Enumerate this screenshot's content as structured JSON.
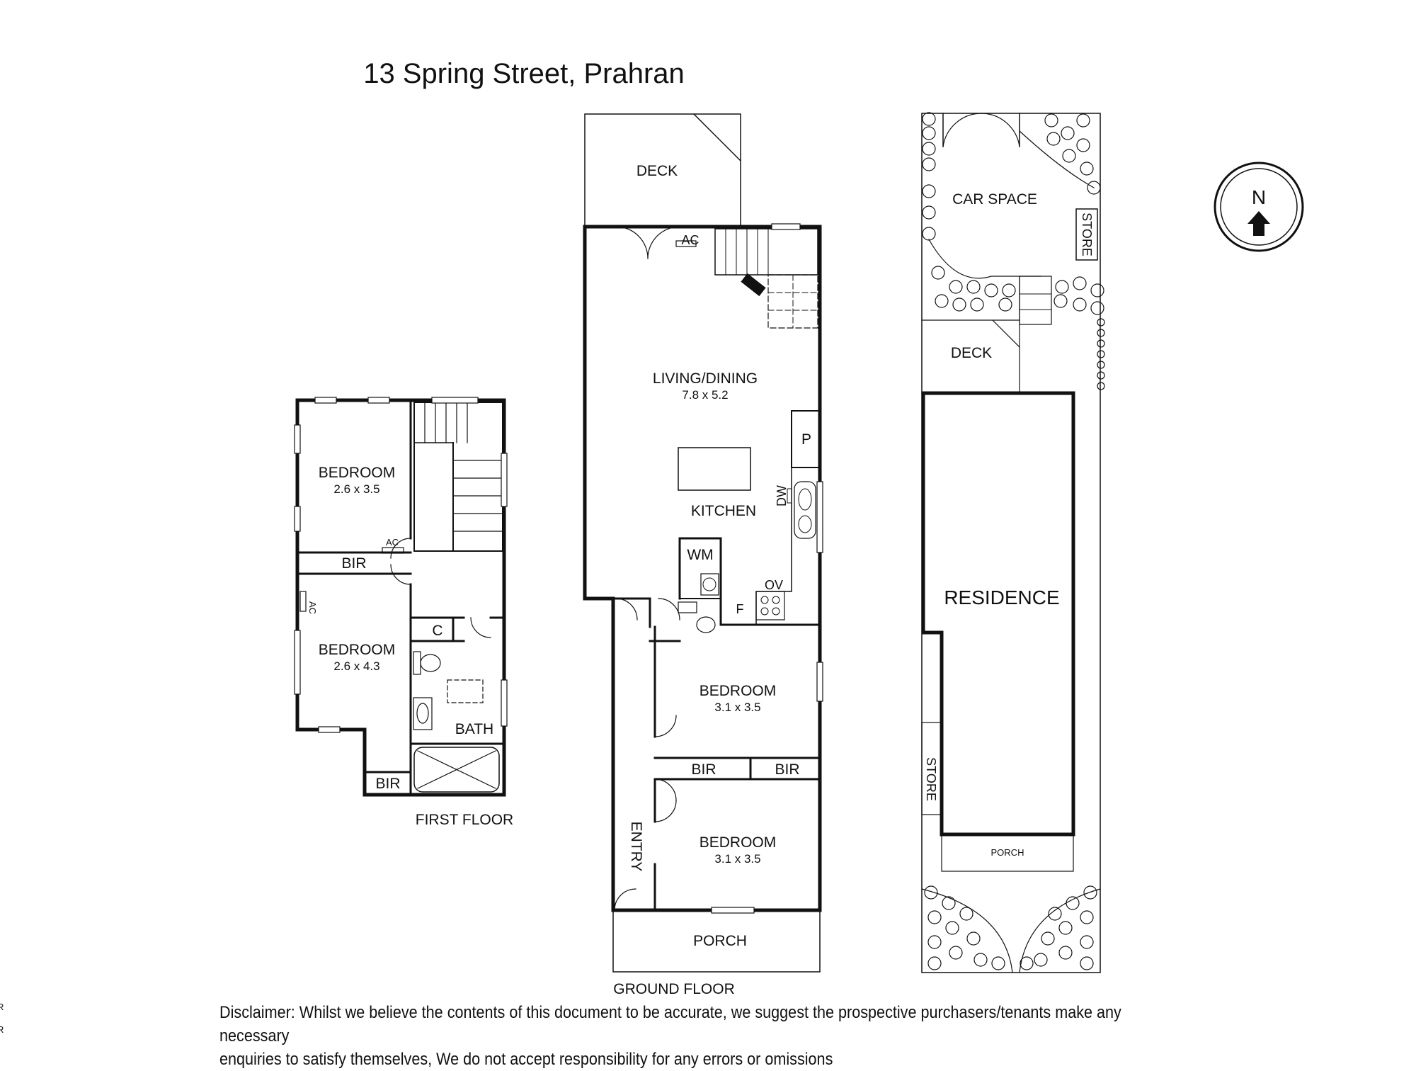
{
  "title": "13 Spring Street, Prahran",
  "floor_labels": {
    "first": "FIRST FLOOR",
    "ground": "GROUND FLOOR"
  },
  "first_floor": {
    "bedroom_a": {
      "label": "BEDROOM",
      "dims": "2.6 x 3.5"
    },
    "bedroom_b": {
      "label": "BEDROOM",
      "dims": "2.6 x 4.3"
    },
    "bir_a": "BIR",
    "bir_b": "BIR",
    "ac_a": "AC",
    "ac_b": "AC",
    "cupboard": "C",
    "bath": "BATH"
  },
  "ground_floor": {
    "deck": "DECK",
    "ac": "AC",
    "living": {
      "label": "LIVING/DINING",
      "dims": "7.8 x 5.2"
    },
    "kitchen": "KITCHEN",
    "pantry": "P",
    "dishwasher": "DW",
    "laundry": "WM",
    "oven": "OV",
    "fridge": "F",
    "bedroom_a": {
      "label": "BEDROOM",
      "dims": "3.1 x 3.5"
    },
    "bir_a": "BIR",
    "bir_b": "BIR",
    "bedroom_b": {
      "label": "BEDROOM",
      "dims": "3.1 x 3.5"
    },
    "entry": "ENTRY",
    "porch": "PORCH"
  },
  "site_plan": {
    "car_space": "CAR SPACE",
    "store_top": "STORE",
    "deck": "DECK",
    "residence": "RESIDENCE",
    "store_side": "STORE",
    "porch": "PORCH"
  },
  "compass": {
    "label": "N"
  },
  "disclaimer": {
    "line1": "Disclaimer: Whilst we believe the contents of this document to be accurate, we suggest the prospective purchasers/tenants make any necessary",
    "line2": "enquiries to satisfy themselves, We do not accept responsibility for any errors or omissions"
  },
  "edge_marks": [
    "R",
    "R"
  ]
}
